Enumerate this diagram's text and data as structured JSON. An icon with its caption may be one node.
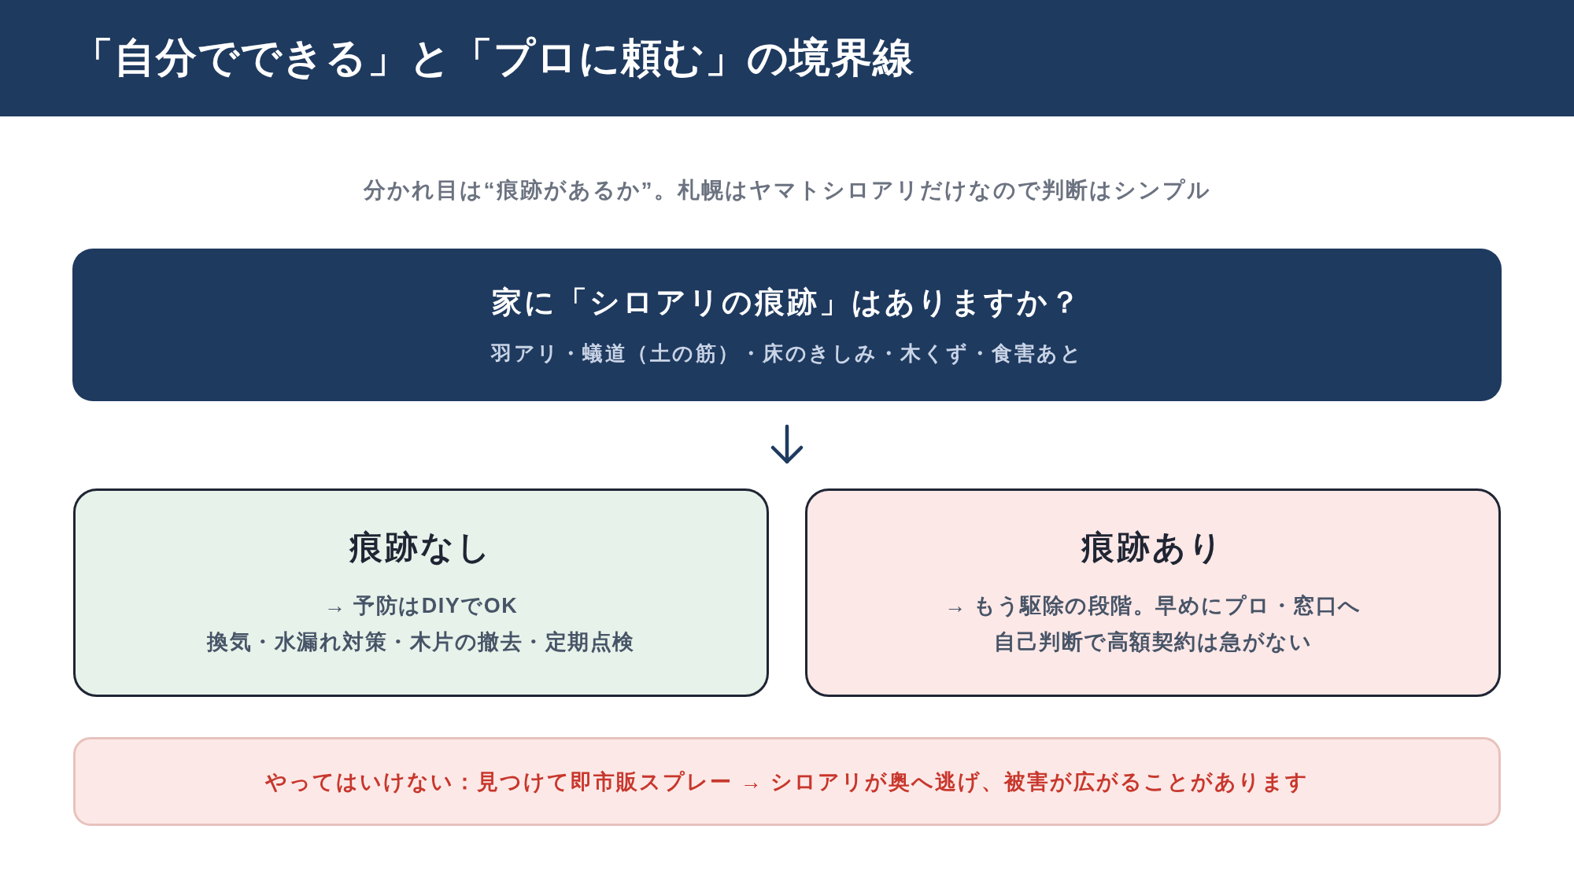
{
  "diagram": {
    "title": "「自分でできる」と「プロに頼む」の境界線",
    "nodes": [
      {
        "text": [
          "家に「シロアリの痕跡」はありますか？",
          "羽アリ・蟻道（土の筋）・床のきしみ・木くず・食害あと"
        ]
      },
      {
        "text": [
          "痕跡なし",
          "→ 予防はDIYでOK",
          "換気・水漏れ対策・木片の撤去・定期点検"
        ]
      },
      {
        "text": [
          "痕跡あり",
          "→ もう駆除の段階。早めにプロ・窓口へ",
          "自己判断で高額契約は急がない"
        ]
      },
      {
        "text": [
          "やってはいけない：見つけて即市販スプレー → シロアリが奥へ逃げ、被害が広がることがあります"
        ]
      }
    ],
    "edges": [
      {
        "from": 0,
        "to": 1,
        "arrow": "to"
      },
      {
        "from": 0,
        "to": 2,
        "arrow": "to"
      }
    ],
    "labels": [
      "分かれ目は“痕跡があるか”。札幌はヤマトシロアリだけなので判断はシンプル"
    ]
  }
}
